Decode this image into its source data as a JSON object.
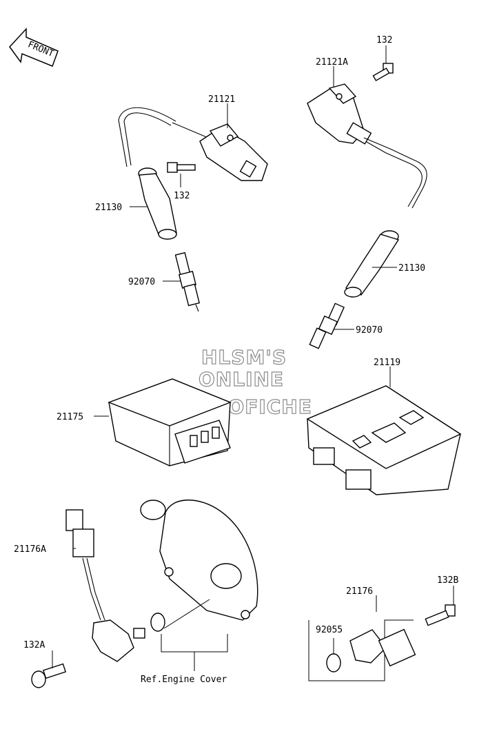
{
  "front_label": "FRONT",
  "watermark": [
    "HLSM'S",
    "ONLINE",
    "MICROFICHE"
  ],
  "callouts": {
    "c132_top_right": "132",
    "c21121A": "21121A",
    "c21121": "21121",
    "c132_left": "132",
    "c21130_left": "21130",
    "c92070_left": "92070",
    "c21130_right": "21130",
    "c92070_right": "92070",
    "c21119": "21119",
    "c21175": "21175",
    "c21176A": "21176A",
    "c132A": "132A",
    "c21176": "21176",
    "c132B": "132B",
    "c92055": "92055",
    "ref_engine_cover": "Ref.Engine Cover"
  }
}
